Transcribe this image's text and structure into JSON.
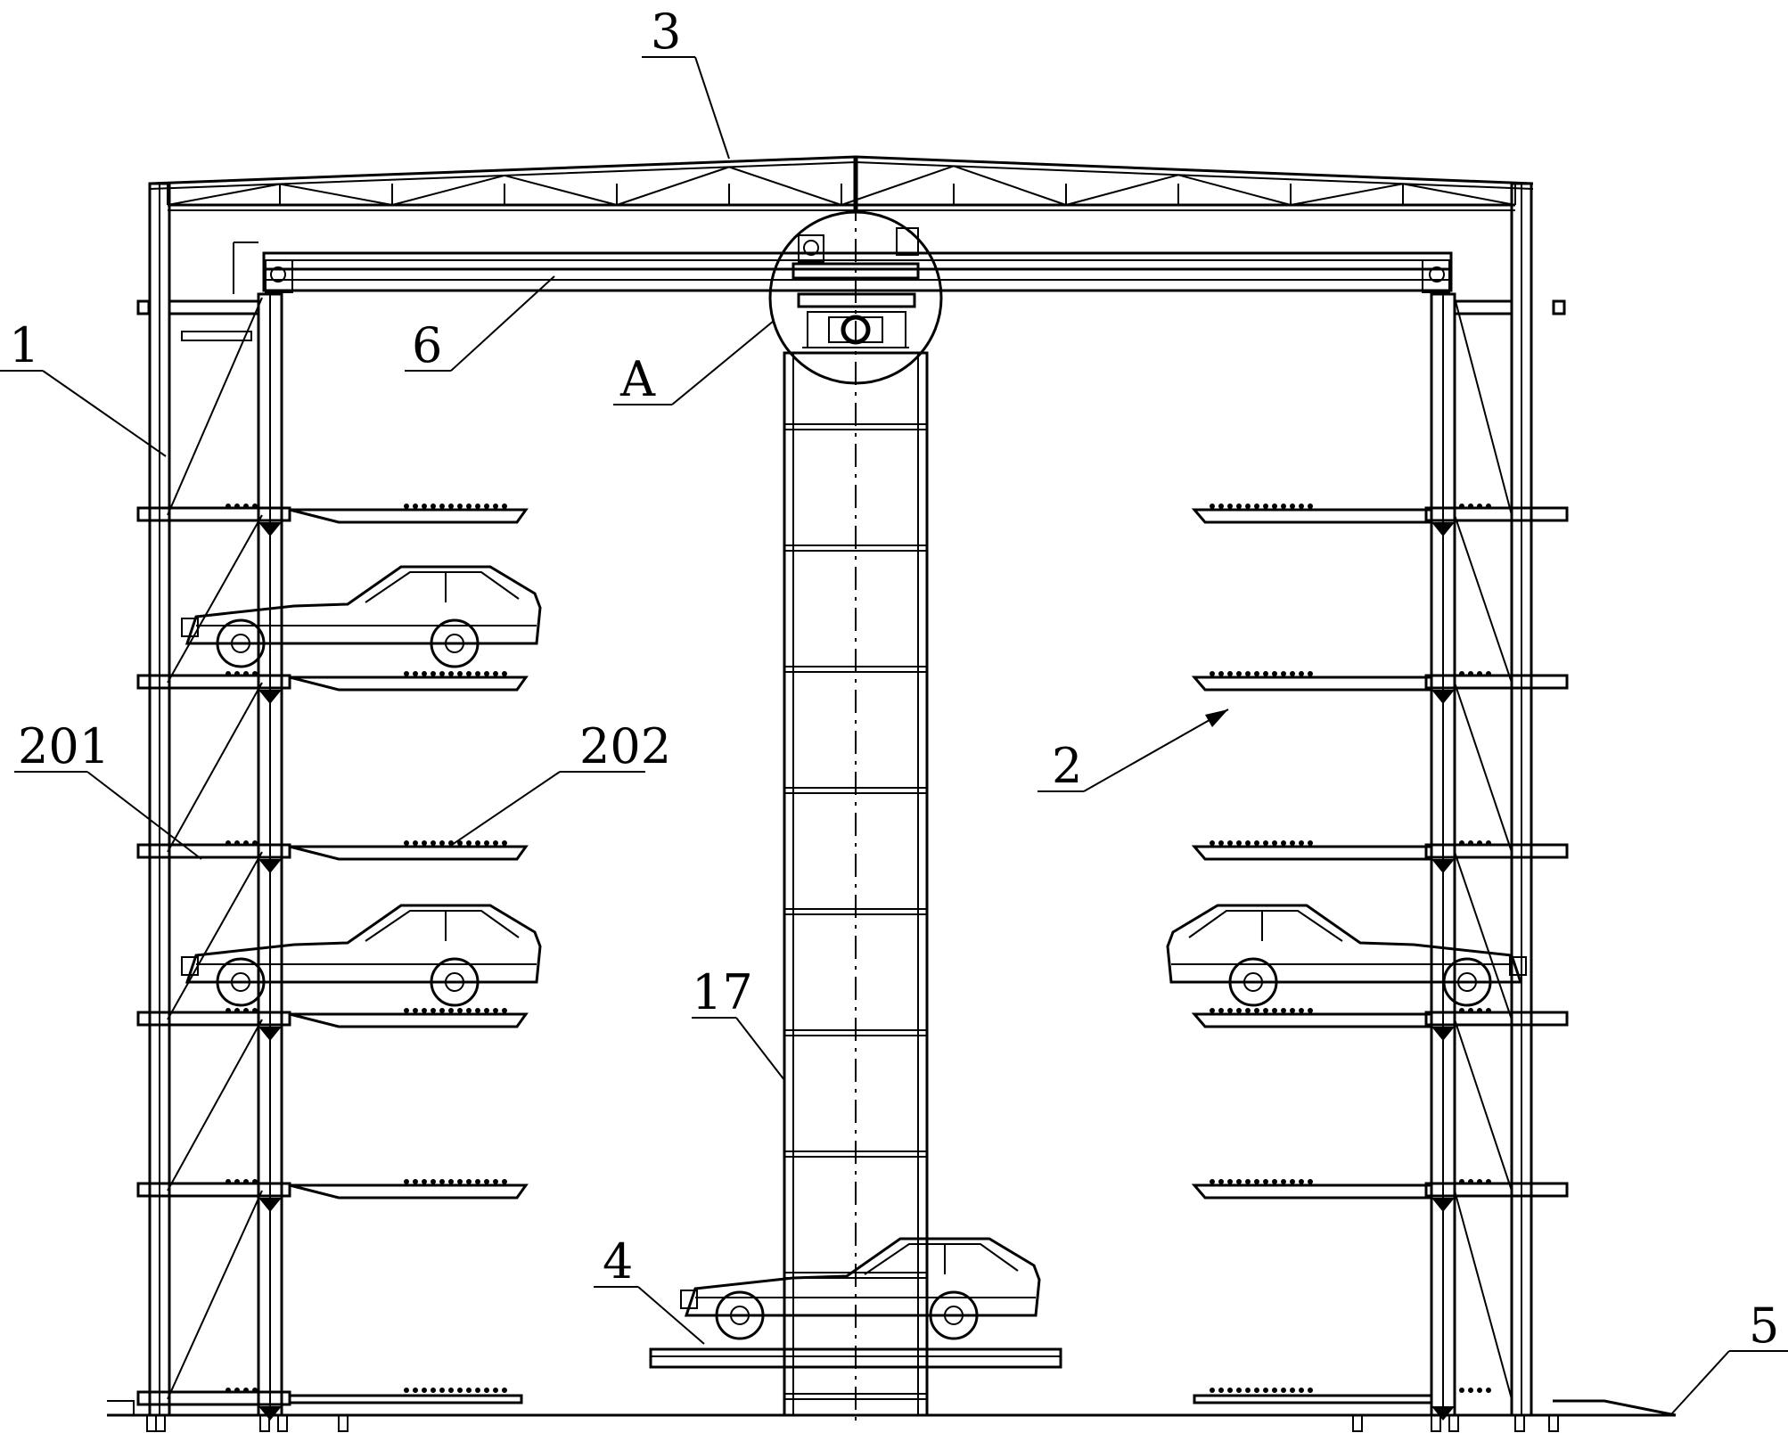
{
  "callouts": {
    "frame": "1",
    "parking_rack": "2",
    "roof_truss": "3",
    "lift_platform": "4",
    "ramp": "5",
    "crane_beam": "6",
    "detail_view": "A",
    "lift_tower": "17",
    "platform_beam": "201",
    "roller_row": "202"
  }
}
